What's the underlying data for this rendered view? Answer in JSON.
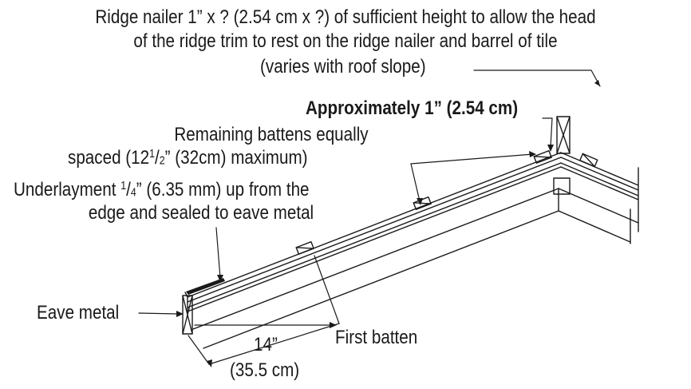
{
  "labels": {
    "ridge_nailer_line1": "Ridge nailer 1” x ? (2.54 cm x ?) of sufficient height to allow the head",
    "ridge_nailer_line2": "of the ridge trim to rest on the ridge nailer and barrel of tile",
    "ridge_nailer_line3": "(varies with roof slope)",
    "approx": "Approximately 1” (2.54 cm)",
    "battens_line1": "Remaining battens equally",
    "battens_line2_a": "spaced (12",
    "battens_frac_num": "1",
    "battens_frac_den": "2",
    "battens_line2_b": "” (32cm) maximum)",
    "underlay_line1_a": "Underlayment ",
    "underlay_frac_num": "1",
    "underlay_frac_den": "4",
    "underlay_line1_b": "” (6.35 mm) up from the",
    "underlay_line2": "edge and sealed to eave metal",
    "eave_metal": "Eave metal",
    "first_batten": "First batten",
    "dim_in": "14”",
    "dim_cm": "(35.5 cm)"
  },
  "colors": {
    "ink": "#1a1a1a",
    "paper": "#ffffff"
  }
}
